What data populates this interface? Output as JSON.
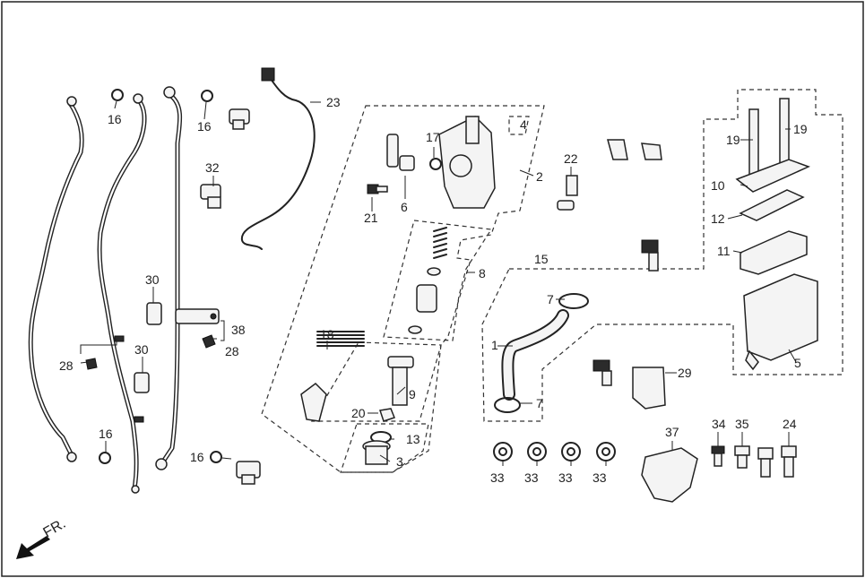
{
  "diagram": {
    "direction_label": "FR.",
    "callouts": {
      "c1": "1",
      "c2": "2",
      "c3": "3",
      "c4": "4",
      "c5": "5",
      "c6": "6",
      "c7a": "7",
      "c7b": "7",
      "c8": "8",
      "c9": "9",
      "c10": "10",
      "c11": "11",
      "c12": "12",
      "c13": "13",
      "c15": "15",
      "c16a": "16",
      "c16b": "16",
      "c16c": "16",
      "c16d": "16",
      "c17": "17",
      "c18": "18",
      "c19a": "19",
      "c19b": "19",
      "c20": "20",
      "c21": "21",
      "c22": "22",
      "c23": "23",
      "c24": "24",
      "c28a": "28",
      "c28b": "28",
      "c29": "29",
      "c30a": "30",
      "c30b": "30",
      "c32": "32",
      "c33a": "33",
      "c33b": "33",
      "c33c": "33",
      "c33d": "33",
      "c34": "34",
      "c35": "35",
      "c37": "37",
      "c38": "38"
    }
  }
}
